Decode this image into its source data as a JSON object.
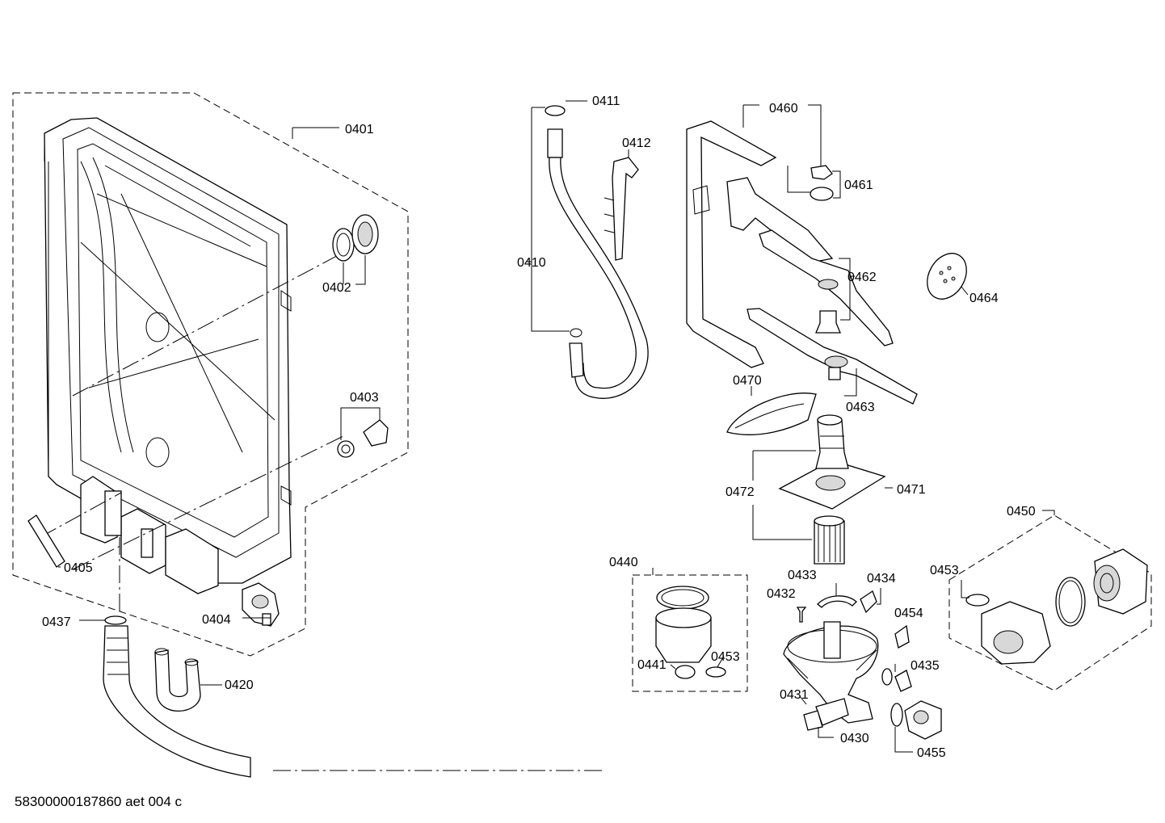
{
  "labels": {
    "p0401": "0401",
    "p0402": "0402",
    "p0403": "0403",
    "p0404": "0404",
    "p0405": "0405",
    "p0410": "0410",
    "p0411": "0411",
    "p0412": "0412",
    "p0420": "0420",
    "p0430": "0430",
    "p0431": "0431",
    "p0432": "0432",
    "p0433": "0433",
    "p0434": "0434",
    "p0435": "0435",
    "p0437": "0437",
    "p0440": "0440",
    "p0441": "0441",
    "p0453a": "0453",
    "p0453b": "0453",
    "p0450": "0450",
    "p0454": "0454",
    "p0455": "0455",
    "p0460": "0460",
    "p0461": "0461",
    "p0462": "0462",
    "p0463": "0463",
    "p0464": "0464",
    "p0470": "0470",
    "p0471": "0471",
    "p0472": "0472"
  },
  "footer": {
    "drawing_id": "58300000187860 aet 004 c"
  }
}
